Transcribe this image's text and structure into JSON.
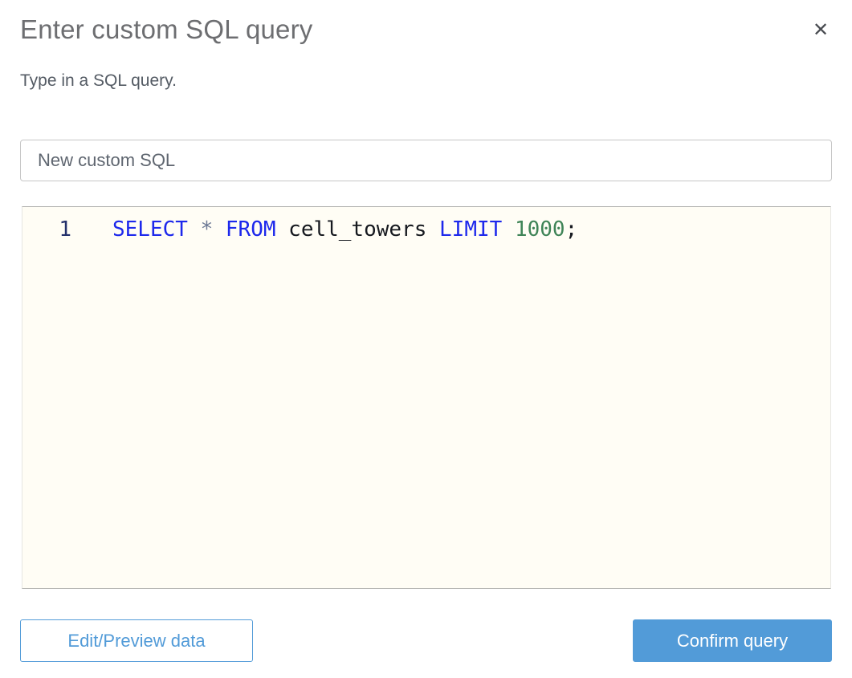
{
  "dialog": {
    "title": "Enter custom SQL query",
    "subtitle": "Type in a SQL query.",
    "close_icon_glyph": "✕"
  },
  "name_input": {
    "value": "New custom SQL"
  },
  "editor": {
    "lines": [
      {
        "number": "1",
        "tokens": [
          {
            "type": "keyword",
            "text": "SELECT"
          },
          {
            "type": "plain",
            "text": " "
          },
          {
            "type": "operator",
            "text": "*"
          },
          {
            "type": "plain",
            "text": " "
          },
          {
            "type": "keyword",
            "text": "FROM"
          },
          {
            "type": "plain",
            "text": " cell_towers "
          },
          {
            "type": "keyword",
            "text": "LIMIT"
          },
          {
            "type": "plain",
            "text": " "
          },
          {
            "type": "number",
            "text": "1000"
          },
          {
            "type": "plain",
            "text": ";"
          }
        ]
      }
    ],
    "colors": {
      "keyword": "#1d28ec",
      "operator": "#6b7894",
      "number": "#3f8457",
      "plain": "#16191f",
      "line_number": "#23306b",
      "background": "#fffdf5"
    }
  },
  "footer": {
    "secondary_label": "Edit/Preview data",
    "primary_label": "Confirm query"
  },
  "colors": {
    "accent_blue": "#529bd8",
    "title_gray": "#6d6e71",
    "body_gray": "#545b64",
    "input_border": "#c6c6c6"
  }
}
